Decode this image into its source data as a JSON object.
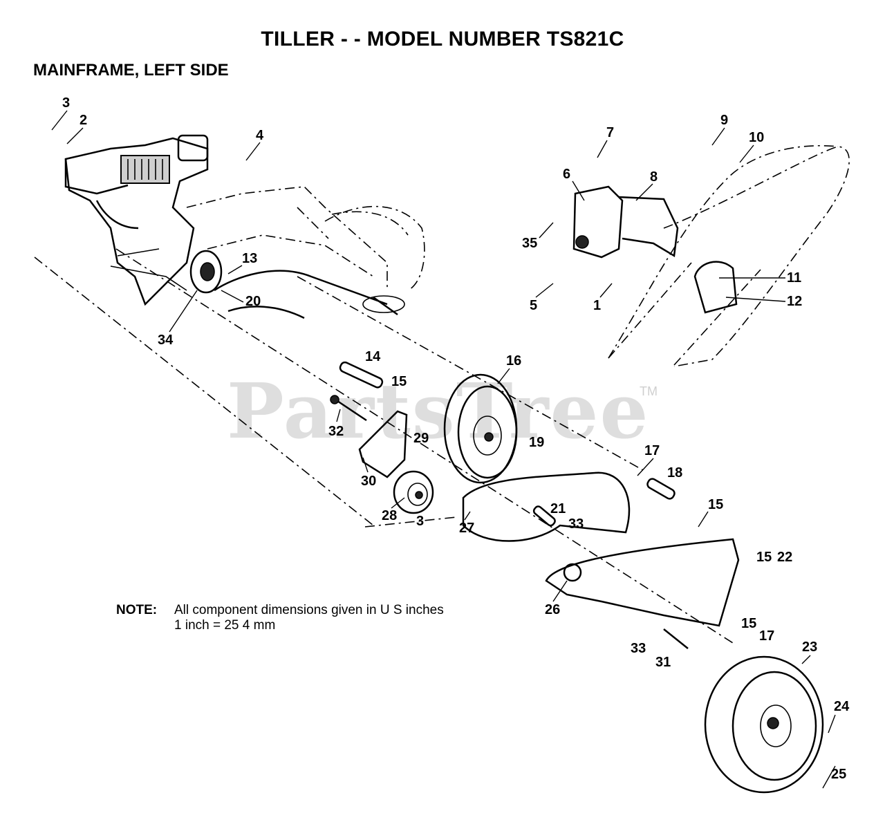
{
  "header": {
    "title": "TILLER - - MODEL NUMBER TS821C",
    "subtitle": "MAINFRAME, LEFT SIDE"
  },
  "watermark": {
    "text": "PartsTree",
    "tm": "TM"
  },
  "note": {
    "label": "NOTE:",
    "line1": "All component dimensions given in U S  inches",
    "line2": "1 inch = 25 4 mm"
  },
  "callouts": [
    "3",
    "2",
    "4",
    "13",
    "20",
    "34",
    "7",
    "9",
    "10",
    "6",
    "8",
    "35",
    "5",
    "1",
    "11",
    "12",
    "14",
    "15",
    "16",
    "32",
    "29",
    "19",
    "30",
    "28",
    "3",
    "17",
    "18",
    "21",
    "33",
    "15",
    "27",
    "15",
    "22",
    "26",
    "33",
    "31",
    "15",
    "17",
    "23",
    "24",
    "25"
  ]
}
